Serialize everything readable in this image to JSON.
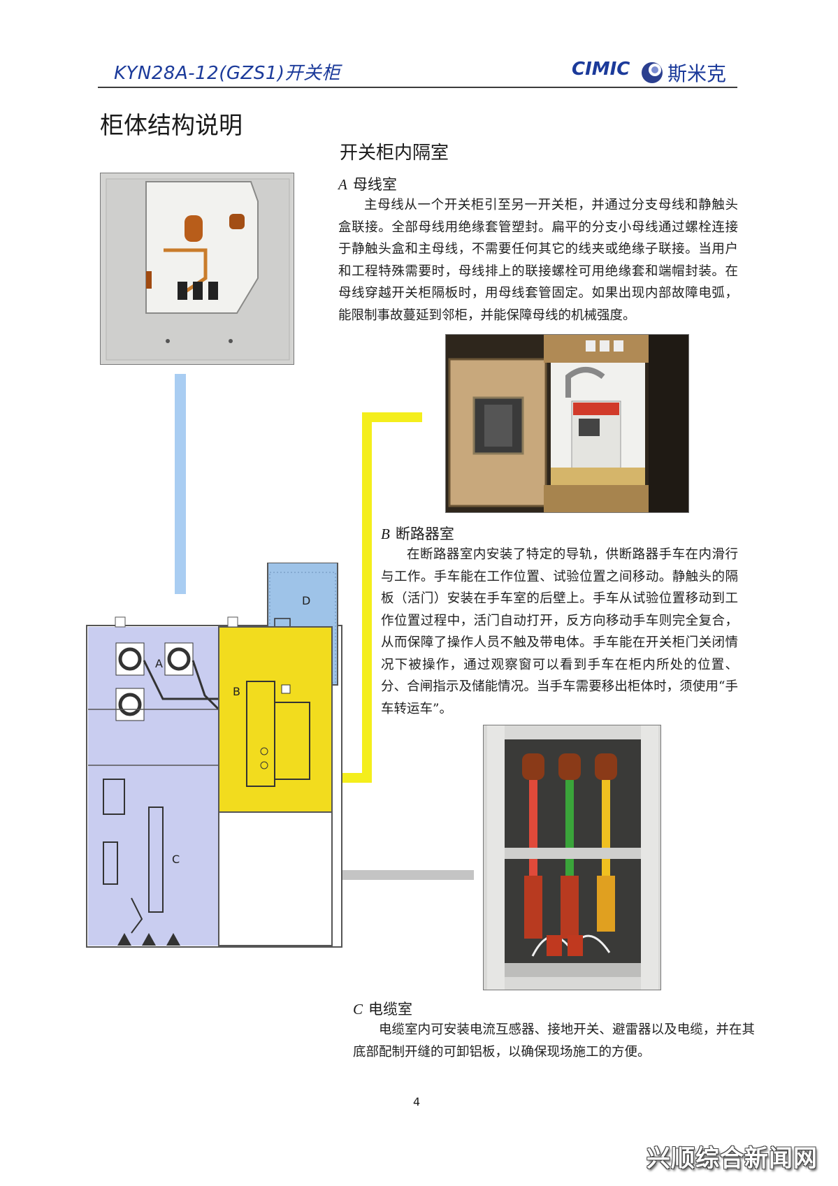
{
  "header": {
    "title": "KYN28A-12(GZS1)开关柜",
    "brand": "CIMIC",
    "brand_cn": "斯米克"
  },
  "page_heading": "柜体结构说明",
  "sub_heading": "开关柜内隔室",
  "sections": {
    "a": {
      "letter": "A",
      "title": "母线室",
      "text": "主母线从一个开关柜引至另一开关柜，并通过分支母线和静触头盒联接。全部母线用绝缘套管塑封。扁平的分支小母线通过螺栓连接于静触头盒和主母线，不需要任何其它的线夹或绝缘子联接。当用户和工程特殊需要时，母线排上的联接螺栓可用绝缘套和端帽封装。在母线穿越开关柜隔板时，用母线套管固定。如果出现内部故障电弧，能限制事故蔓延到邻柜，并能保障母线的机械强度。"
    },
    "b": {
      "letter": "B",
      "title": "断路器室",
      "text": "在断路器室内安装了特定的导轨，供断路器手车在内滑行与工作。手车能在工作位置、试验位置之间移动。静触头的隔板（活门）安装在手车室的后壁上。手车从试验位置移动到工作位置过程中，活门自动打开，反方向移动手车则完全复合，从而保障了操作人员不触及带电体。手车能在开关柜门关闭情况下被操作，通过观察窗可以看到手车在柜内所处的位置、分、合闸指示及储能情况。当手车需要移出柜体时，须使用“手车转运车”。"
    },
    "c": {
      "letter": "C",
      "title": "电缆室",
      "text": "电缆室内可安装电流互感器、接地开关、避雷器以及电缆，并在其底部配制开缝的可卸铝板，以确保现场施工的方便。"
    }
  },
  "diagram_labels": {
    "a": "A",
    "b": "B",
    "c": "C",
    "d": "D"
  },
  "colors": {
    "header_blue": "#1b3a9a",
    "compartment_a_c": "#c9cdf0",
    "compartment_b": "#f2dc1e",
    "compartment_d": "#9ec3e8",
    "connector_blue": "#a9cdf2",
    "connector_yellow": "#f4ee1c",
    "connector_gray": "#c4c4c4"
  },
  "page_number": "4",
  "watermark": "兴顺综合新闻网"
}
